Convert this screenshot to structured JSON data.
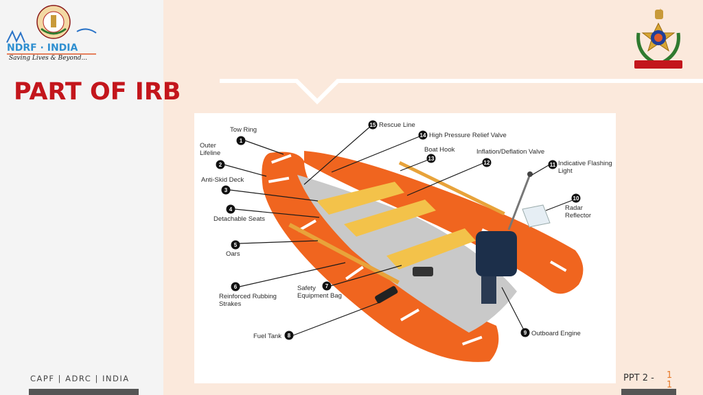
{
  "slide": {
    "title": "PART OF IRB",
    "footer_left": "CAPF | ADRC | INDIA",
    "footer_page_prefix": "PPT 2 -",
    "footer_page_number": "11"
  },
  "logo": {
    "brand": "NDRF · INDIA",
    "tagline": "Saving Lives & Beyond..."
  },
  "colors": {
    "title": "#c3161c",
    "boat_orange": "#f0651f",
    "seat_yellow": "#f3c24a",
    "page_accent": "#e67a2a",
    "right_panel_bg": "#fbe9dc"
  },
  "diagram": {
    "labels": [
      {
        "num": "1",
        "text": "Tow Ring"
      },
      {
        "num": "2",
        "text": "Outer Lifeline"
      },
      {
        "num": "3",
        "text": "Anti-Skid Deck"
      },
      {
        "num": "4",
        "text": "Detachable Seats"
      },
      {
        "num": "5",
        "text": "Oars"
      },
      {
        "num": "6",
        "text": "Reinforced Rubbing Strakes"
      },
      {
        "num": "7",
        "text": "Safety Equipment Bag"
      },
      {
        "num": "8",
        "text": "Fuel Tank"
      },
      {
        "num": "9",
        "text": "Outboard Engine"
      },
      {
        "num": "10",
        "text": "Radar Reflector"
      },
      {
        "num": "11",
        "text": "Indicative Flashing Light"
      },
      {
        "num": "12",
        "text": "Inflation/Deflation Valve"
      },
      {
        "num": "13",
        "text": "Boat Hook"
      },
      {
        "num": "14",
        "text": "High Pressure Relief Valve"
      },
      {
        "num": "15",
        "text": "Rescue Line"
      }
    ]
  }
}
